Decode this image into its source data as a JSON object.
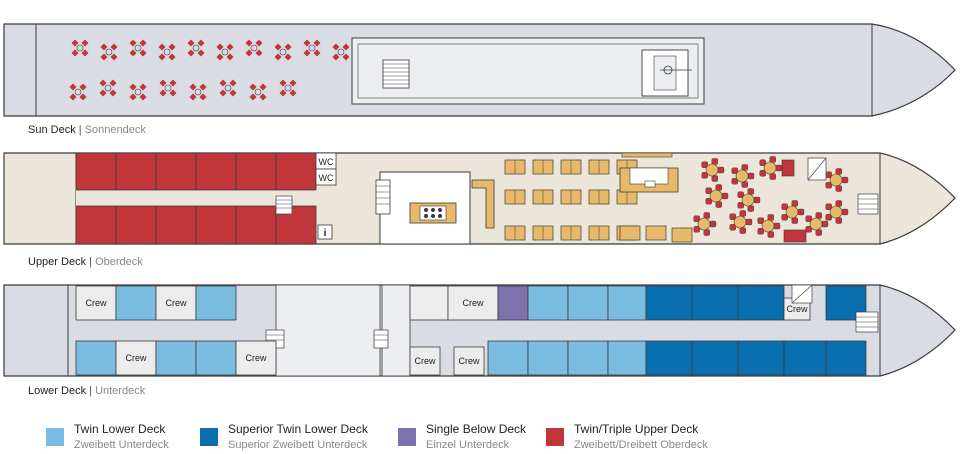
{
  "decks": {
    "sun": {
      "name": "Sun Deck",
      "separator": "|",
      "name_de": "Sonnendeck"
    },
    "upper": {
      "name": "Upper Deck",
      "separator": "|",
      "name_de": "Oberdeck"
    },
    "lower": {
      "name": "Lower Deck",
      "separator": "|",
      "name_de": "Unterdeck"
    }
  },
  "labels": {
    "wc": "WC",
    "info": "i",
    "crew": "Crew"
  },
  "legend": [
    {
      "en": "Twin Lower Deck",
      "de": "Zweibett Unterdeck",
      "color": "#7bbde0"
    },
    {
      "en": "Superior Twin Lower Deck",
      "de": "Superior Zweibett Unterdeck",
      "color": "#0a6fae"
    },
    {
      "en": "Single Below Deck",
      "de": "Einzel Unterdeck",
      "color": "#7d72ab"
    },
    {
      "en": "Twin/Triple Upper Deck",
      "de": "Zweibett/Dreibett Oberdeck",
      "color": "#c0363b"
    }
  ],
  "colors": {
    "hull_sun": "#d9dde3",
    "hull_upper": "#ece6da",
    "hull_lower": "#d9dde3",
    "outline": "#3a3a3a",
    "twin_lower": "#7bbde0",
    "superior_twin": "#0a6fae",
    "single": "#7d72ab",
    "upper_cabin": "#c0363b",
    "crew": "#ececec",
    "furniture": "#e9b96a",
    "chair": "#c0363b"
  }
}
